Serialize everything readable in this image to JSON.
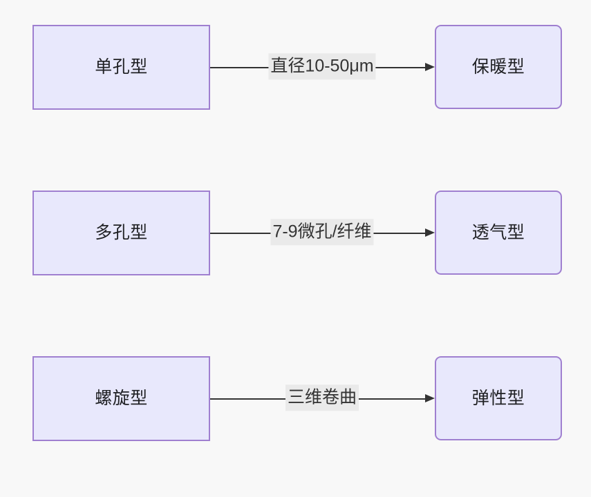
{
  "diagram": {
    "type": "flowchart",
    "direction": "left-to-right",
    "background_color": "#f8f8f8",
    "node_fill_color": "#e8e8fc",
    "node_border_color": "#9f7fd0",
    "edge_color": "#333333",
    "edge_label_background": "#eaeaea",
    "rows": [
      {
        "source": {
          "label": "单孔型"
        },
        "edge": {
          "label": "直径10-50μm",
          "arrow": "arrowhead-right"
        },
        "target": {
          "label": "保暖型"
        }
      },
      {
        "source": {
          "label": "多孔型"
        },
        "edge": {
          "label": "7-9微孔/纤维",
          "arrow": "arrowhead-right"
        },
        "target": {
          "label": "透气型"
        }
      },
      {
        "source": {
          "label": "螺旋型"
        },
        "edge": {
          "label": "三维卷曲",
          "arrow": "arrowhead-right"
        },
        "target": {
          "label": "弹性型"
        }
      }
    ]
  }
}
